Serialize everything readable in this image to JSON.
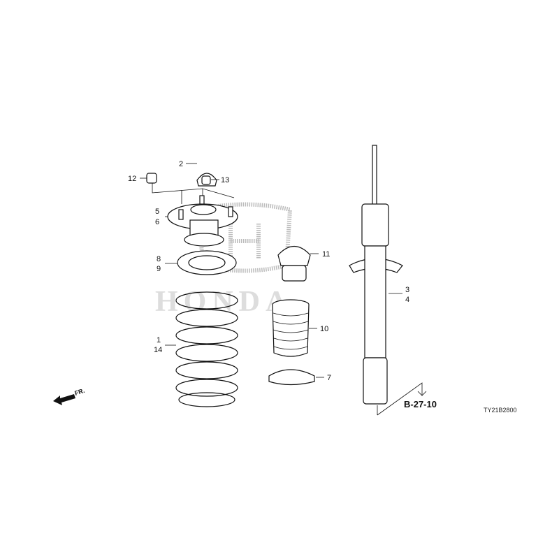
{
  "diagram": {
    "watermark": "HONDA",
    "callouts": [
      {
        "id": "c2",
        "text": "2"
      },
      {
        "id": "c12",
        "text": "12"
      },
      {
        "id": "c13",
        "text": "13"
      },
      {
        "id": "c5",
        "text": "5"
      },
      {
        "id": "c6",
        "text": "6"
      },
      {
        "id": "c8",
        "text": "8"
      },
      {
        "id": "c9",
        "text": "9"
      },
      {
        "id": "c11",
        "text": "11"
      },
      {
        "id": "c3",
        "text": "3"
      },
      {
        "id": "c4",
        "text": "4"
      },
      {
        "id": "c1",
        "text": "1"
      },
      {
        "id": "c14",
        "text": "14"
      },
      {
        "id": "c10",
        "text": "10"
      },
      {
        "id": "c7",
        "text": "7"
      }
    ],
    "reference": "B-27-10",
    "front_label": "FR.",
    "drawing_code": "TY21B2800"
  }
}
